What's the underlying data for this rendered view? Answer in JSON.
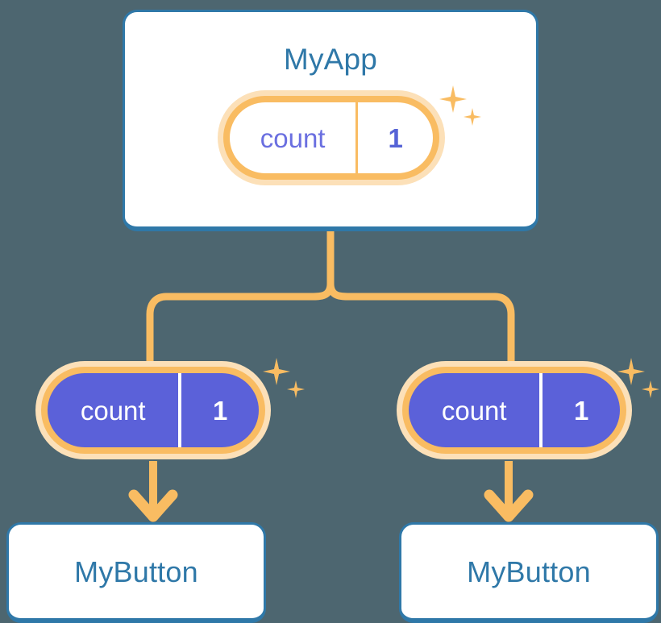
{
  "background_color": "#4d6670",
  "colors": {
    "card_border": "#2f78a8",
    "card_fill": "#ffffff",
    "title_text": "#2f78a8",
    "accent_orange": "#f9bc62",
    "halo_orange": "#fce0b8",
    "pill_purple": "#5b61d9",
    "key_text_light": "#6a6fe0",
    "value_text_light": "#5663d6",
    "pill_text_dark": "#ffffff"
  },
  "diagram": {
    "type": "component-tree",
    "root": {
      "name": "card-myapp",
      "title": "MyApp",
      "state_pill": {
        "key": "count",
        "value": "1",
        "variant": "light"
      },
      "sparkle_icon": "sparkle-icon"
    },
    "children": [
      {
        "name": "branch-left",
        "state_pill": {
          "key": "count",
          "value": "1",
          "variant": "dark"
        },
        "sparkle_icon": "sparkle-icon",
        "arrow_icon": "arrow-down-icon",
        "card": {
          "name": "card-button-left",
          "title": "MyButton"
        }
      },
      {
        "name": "branch-right",
        "state_pill": {
          "key": "count",
          "value": "1",
          "variant": "dark"
        },
        "sparkle_icon": "sparkle-icon",
        "arrow_icon": "arrow-down-icon",
        "card": {
          "name": "card-button-right",
          "title": "MyButton"
        }
      }
    ]
  }
}
